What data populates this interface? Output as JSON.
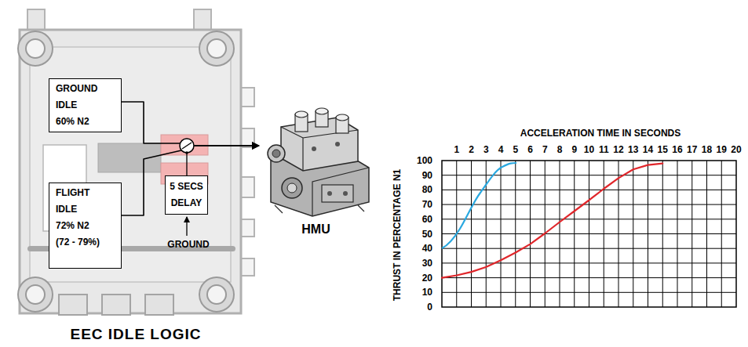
{
  "diagram": {
    "nodes": [
      {
        "text": [
          "EEC IDLE LOGIC"
        ]
      },
      {
        "text": [
          "GROUND IDLE",
          "60% N2"
        ],
        "in": 0
      },
      {
        "text": [
          "FLIGHT IDLE",
          "72% N2",
          "(72 - 79%)"
        ],
        "in": 0
      },
      {
        "text": [
          "5 SECS DELAY"
        ],
        "in": 0
      },
      {
        "text": [
          "HMU"
        ]
      }
    ],
    "edges": [
      {
        "from": 1,
        "to": 4,
        "arrow": "to"
      },
      {
        "from": 2,
        "to": 4,
        "arrow": "to"
      }
    ],
    "labels": [
      "GROUND",
      "ACCELERATION TIME IN SECONDS",
      "1",
      "2",
      "3",
      "4",
      "5",
      "6",
      "7",
      "8",
      "9",
      "10",
      "11",
      "12",
      "13",
      "14",
      "15",
      "16",
      "17",
      "18",
      "19",
      "20",
      "100",
      "90",
      "80",
      "70",
      "60",
      "50",
      "40",
      "30",
      "20",
      "10",
      "0",
      "THRUST IN PERCENTAGE N1"
    ]
  }
}
